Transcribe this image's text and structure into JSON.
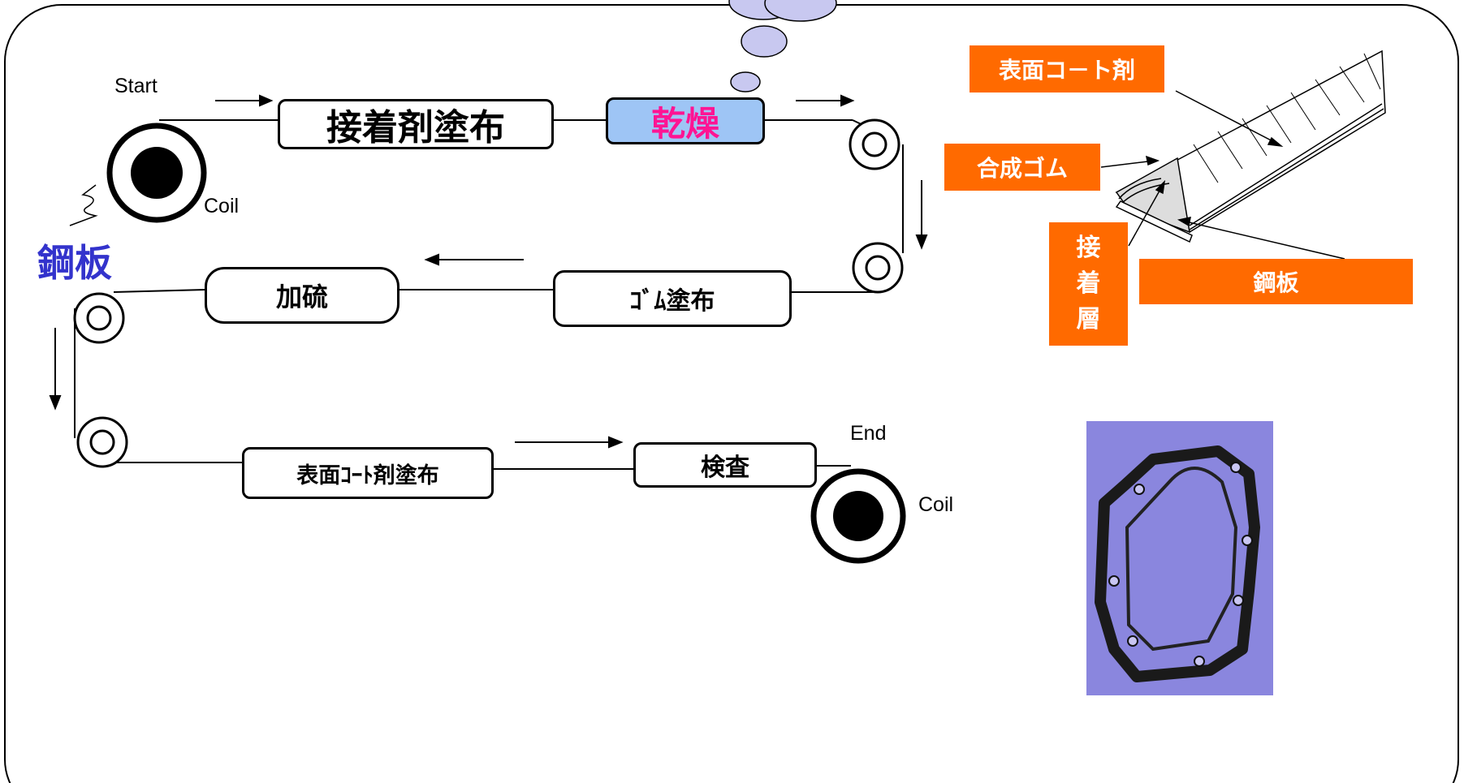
{
  "process": {
    "start": "Start",
    "end": "End",
    "coil_start": "Coil",
    "coil_end": "Coil",
    "steel_plate": "鋼板",
    "steps": {
      "adhesive_coating": "接着剤塗布",
      "drying": "乾燥",
      "rubber_coating": "ｺﾞﾑ塗布",
      "vulcanization": "加硫",
      "surface_coat": "表面ｺｰﾄ剤塗布",
      "inspection": "検査"
    }
  },
  "cross_section": {
    "surface_coat": "表面コ－ト剤",
    "synthetic_rubber": "合成ゴム",
    "adhesive_layer": [
      "接",
      "着",
      "層"
    ],
    "steel_plate": "鋼板"
  },
  "colors": {
    "accent_label": "#ff6a00",
    "drying_fill": "#9ec5f5",
    "drying_text": "#ff1493",
    "steel_text": "#3333cc",
    "bubble": "#c8c8f0",
    "gasket_bg": "#8a86de"
  }
}
